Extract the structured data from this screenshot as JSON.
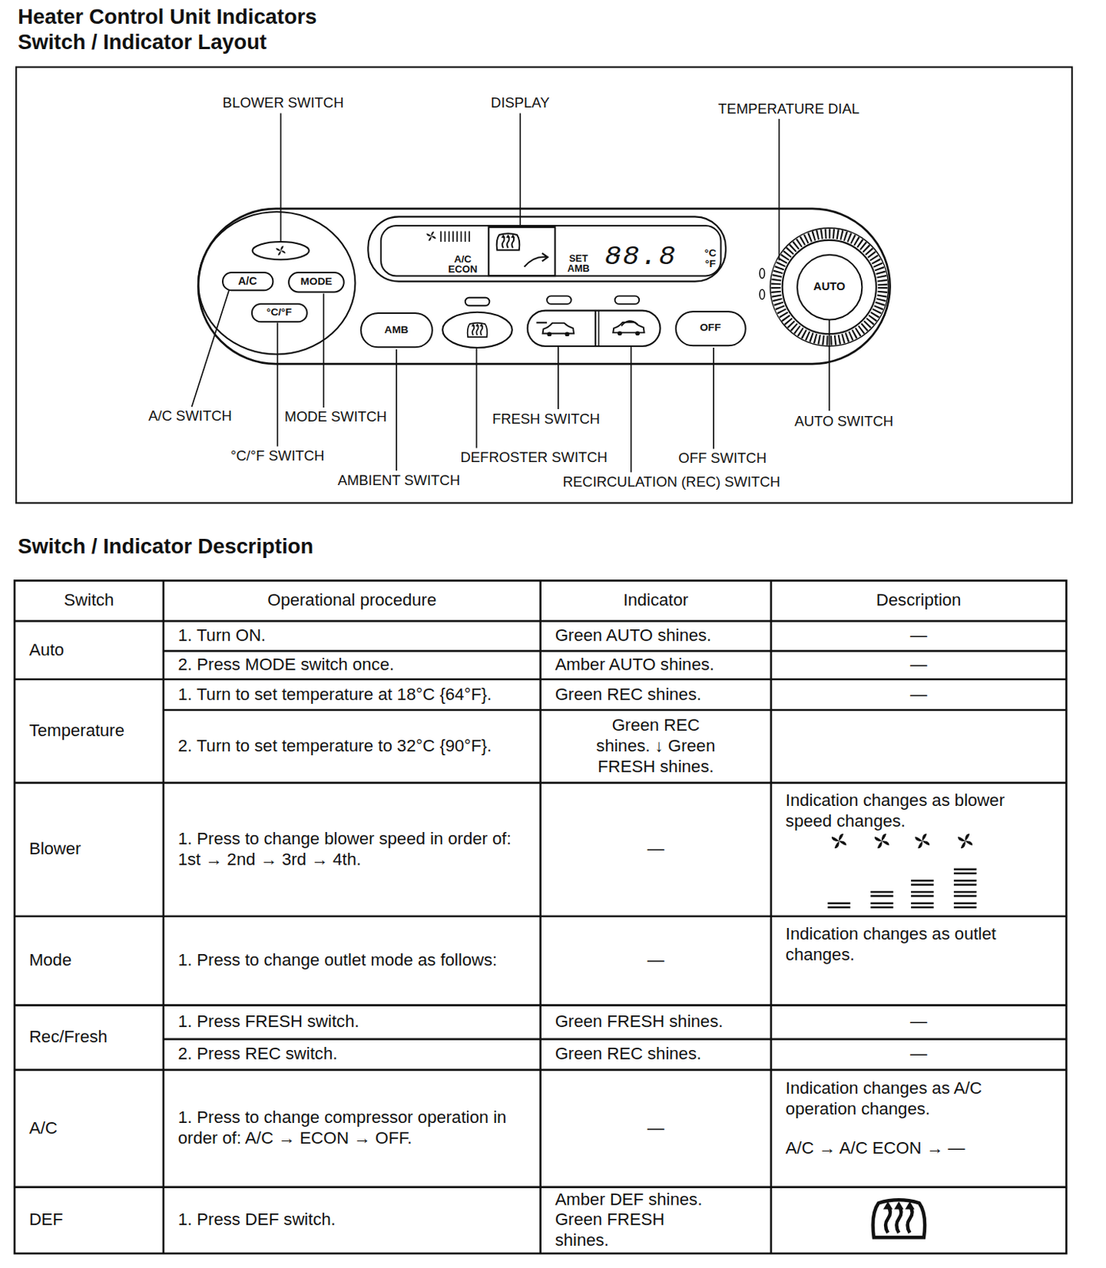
{
  "diagram": {
    "title": "Heater Control Unit Indicators",
    "nodes": [
      {
        "text": [
          "A/C"
        ]
      },
      {
        "text": [
          "MODE"
        ]
      },
      {
        "text": [
          "°C/°F"
        ]
      },
      {
        "text": [
          "A/C ECON",
          "SET AMB",
          "88.8",
          "°C °F"
        ]
      },
      {
        "text": [
          "AMB"
        ]
      },
      {
        "text": [
          "OFF"
        ]
      },
      {
        "text": [
          "AUTO"
        ]
      }
    ],
    "labels": [
      "Switch / Indicator Layout",
      "BLOWER SWITCH",
      "DISPLAY",
      "TEMPERATURE DIAL",
      "A/C SWITCH",
      "MODE SWITCH",
      "FRESH SWITCH",
      "AUTO SWITCH",
      "°C/°F SWITCH",
      "DEFROSTER SWITCH",
      "OFF SWITCH",
      "AMBIENT SWITCH",
      "RECIRCULATION (REC) SWITCH",
      "Switch / Indicator Description",
      "Switch",
      "Operational procedure",
      "Indicator",
      "Description",
      "Auto",
      "1. Turn ON.",
      "Green AUTO shines.",
      "—",
      "2. Press MODE switch once.",
      "Amber AUTO shines.",
      "—",
      "Temperature",
      "1. Turn to set temperature at 18°C {64°F}.",
      "Green REC shines.",
      "—",
      "2. Turn to set temperature to 32°C {90°F}.",
      "Green REC shines. ↓ Green FRESH shines.",
      "Blower",
      "1. Press to change blower speed in order of: 1st → 2nd → 3rd → 4th.",
      "—",
      "Indication changes as blower speed changes.",
      "Mode",
      "1. Press to change outlet mode as follows:",
      "—",
      "Indication changes as outlet changes.",
      "Rec/Fresh",
      "1. Press FRESH switch.",
      "Green FRESH shines.",
      "—",
      "2. Press REC switch.",
      "Green REC shines.",
      "—",
      "A/C",
      "1. Press to change compressor operation in order of: A/C → ECON → OFF.",
      "—",
      "Indication changes as A/C operation changes.",
      "A/C → A/C ECON → —",
      "DEF",
      "1. Press DEF switch.",
      "Amber DEF shines. Green FRESH shines."
    ]
  }
}
